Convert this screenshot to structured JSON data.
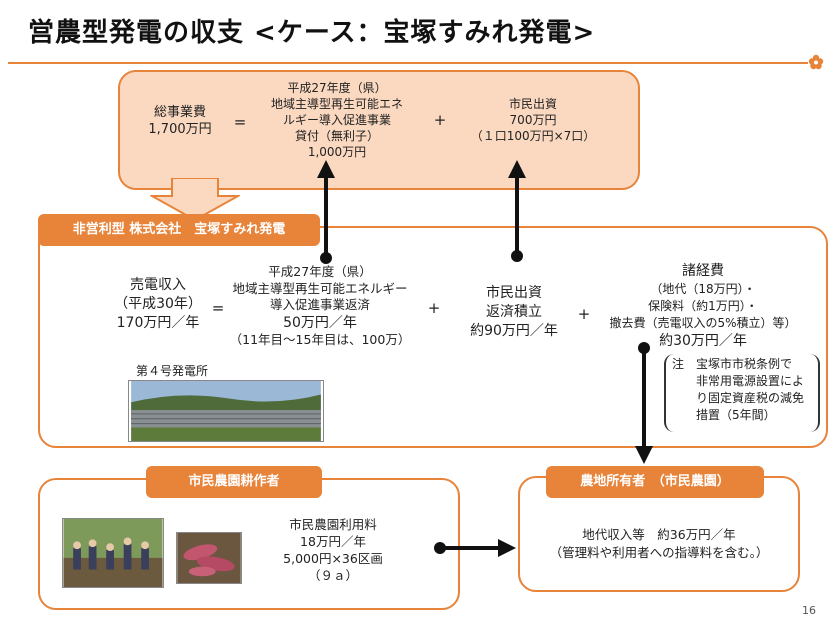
{
  "title": "営農型発電の収支 <ケース：宝塚すみれ発電>",
  "top_box": {
    "total_label": "総事業費",
    "total_value": "1,700万円",
    "eq": "=",
    "loan_lines": [
      "平成27年度（県）",
      "地域主導型再生可能エネ",
      "ルギー導入促進事業",
      "貸付（無利子）",
      "1,000万円"
    ],
    "plus": "+",
    "citizen_lines": [
      "市民出資",
      "700万円",
      "（１口100万円×7口）"
    ]
  },
  "company_tab": "非営利型 株式会社　宝塚すみれ発電",
  "company_box": {
    "revenue_lines": [
      "売電収入",
      "（平成30年）",
      "170万円／年"
    ],
    "eq": "=",
    "repay_lines": [
      "平成27年度（県）",
      "地域主導型再生可能エネルギー",
      "導入促進事業返済",
      "50万円／年",
      "（11年目～15年目は、100万）"
    ],
    "plus1": "+",
    "citizen_repay_lines": [
      "市民出資",
      "返済積立",
      "約90万円／年"
    ],
    "plus2": "+",
    "expense_lines": [
      "諸経費",
      "（地代（18万円）・",
      "保険料（約1万円）・",
      "撤去費（売電収入の5%積立）等）",
      "約30万円／年"
    ],
    "photo_label": "第４号発電所",
    "note_lines": [
      "注　宝塚市市税条例で",
      "非常用電源設置によ",
      "り固定資産税の減免",
      "措置（5年間）"
    ]
  },
  "farmer_tab": "市民農園耕作者",
  "farmer_box": {
    "fee_lines": [
      "市民農園利用料",
      "18万円／年",
      "5,000円×36区画",
      "（９ａ）"
    ]
  },
  "owner_tab": "農地所有者　（市民農園）",
  "owner_box": {
    "income_lines": [
      "地代収入等　約36万円／年",
      "（管理料や利用者への指導料を含む。）"
    ]
  },
  "page_number": "16",
  "colors": {
    "accent": "#e8833a",
    "top_fill": "#fbd9c1"
  },
  "icons": [
    "flower-logo-icon",
    "down-arrow-icon",
    "up-arrow-icon",
    "right-arrow-icon"
  ]
}
